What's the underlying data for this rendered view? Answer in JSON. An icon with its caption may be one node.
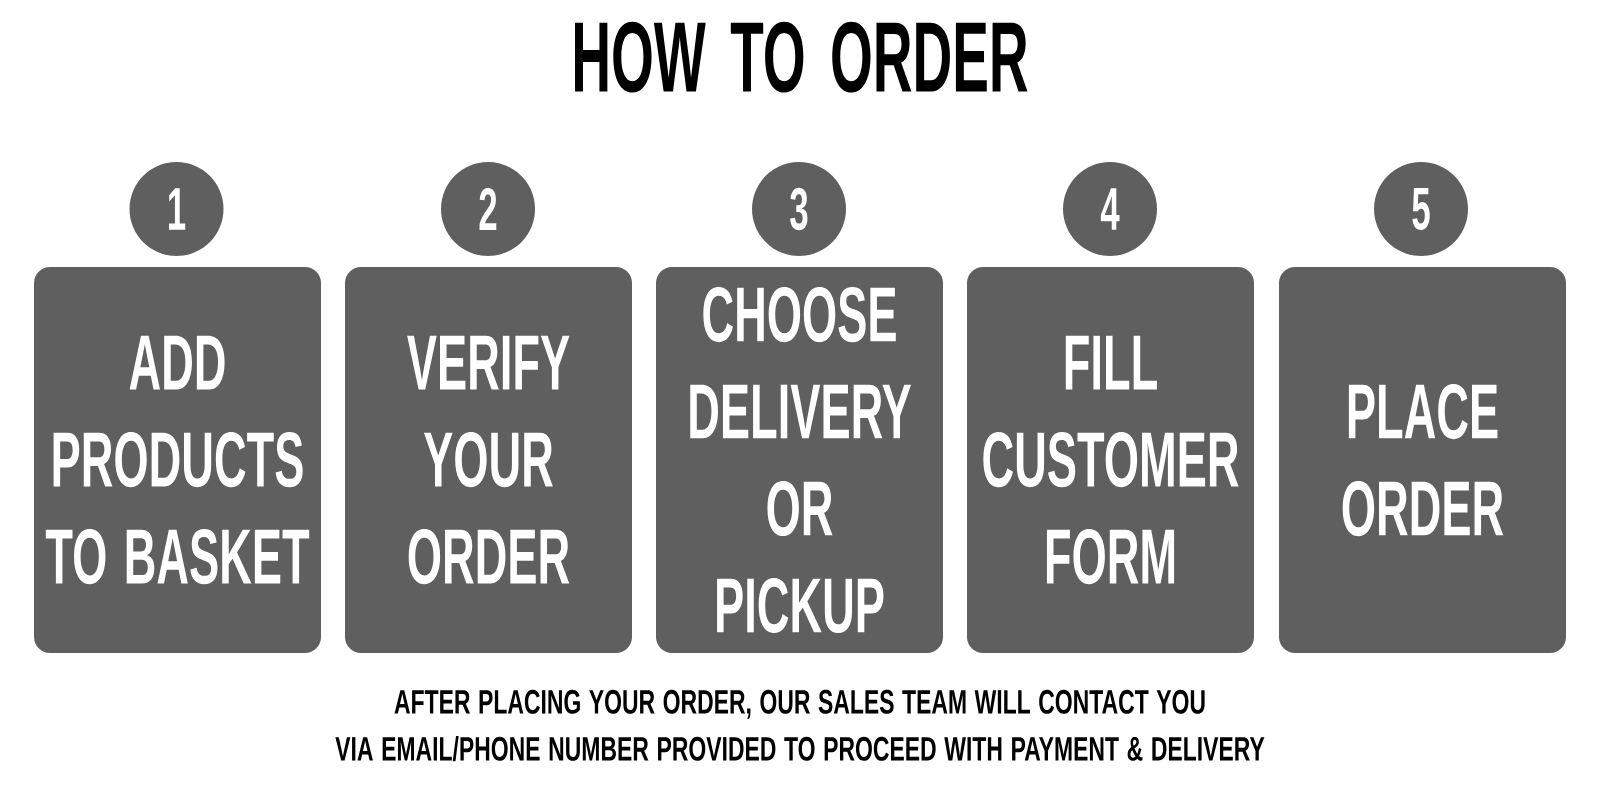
{
  "diagram": {
    "title": "HOW TO ORDER",
    "nodes": [
      {
        "text": [
          "1"
        ]
      },
      {
        "text": [
          "ADD PRODUCTS TO BASKET"
        ]
      },
      {
        "text": [
          "2"
        ]
      },
      {
        "text": [
          "VERIFY YOUR ORDER"
        ]
      },
      {
        "text": [
          "3"
        ]
      },
      {
        "text": [
          "CHOOSE DELIVERY OR PICKUP"
        ]
      },
      {
        "text": [
          "4"
        ]
      },
      {
        "text": [
          "FILL CUSTOMER FORM"
        ]
      },
      {
        "text": [
          "5"
        ]
      },
      {
        "text": [
          "PLACE ORDER"
        ]
      }
    ],
    "caption": "AFTER PLACING YOUR ORDER, OUR SALES TEAM WILL CONTACT YOU VIA EMAIL/PHONE NUMBER PROVIDED TO PROCEED WITH PAYMENT & DELIVERY"
  }
}
